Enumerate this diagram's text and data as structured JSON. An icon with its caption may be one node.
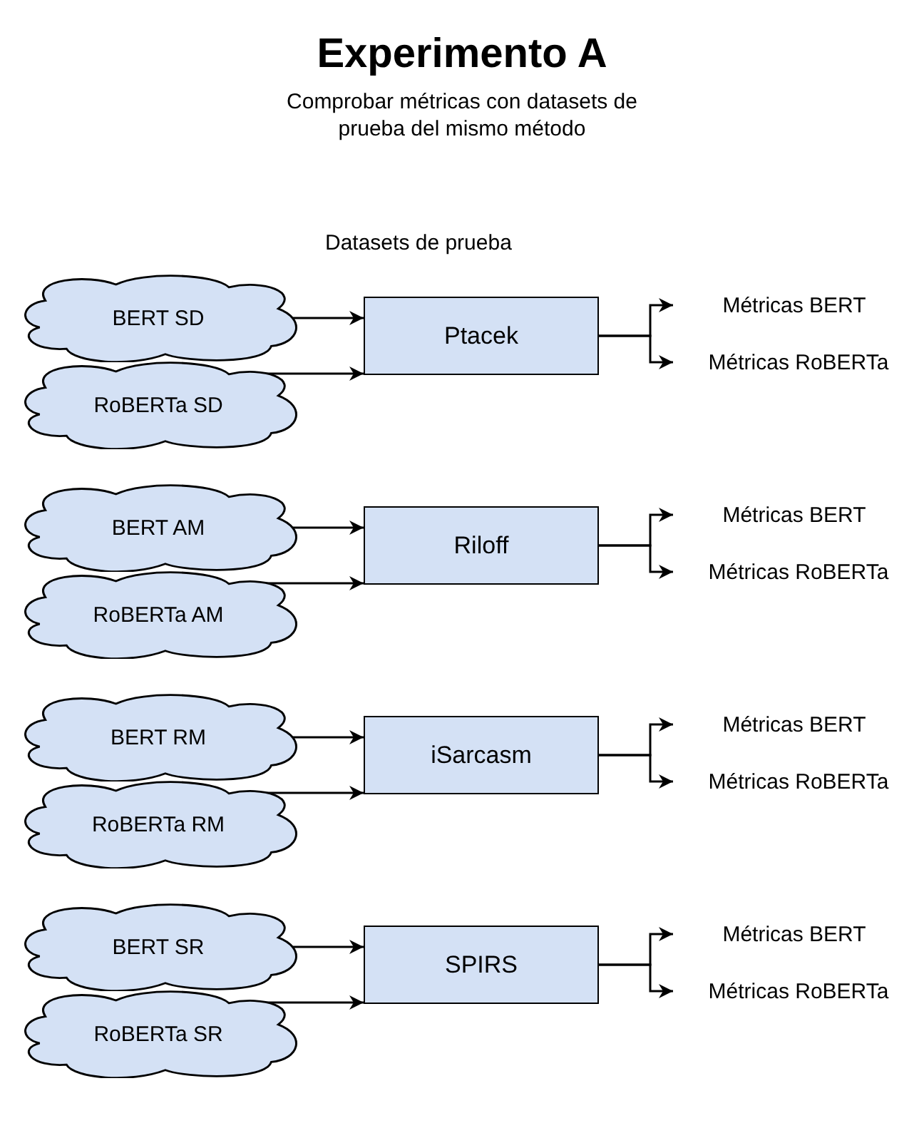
{
  "diagram": {
    "title": "Experimento A",
    "caption": "Comprobar métricas con datasets de prueba del mismo método",
    "nodes": [
      {
        "text": [
          "BERT SD"
        ]
      },
      {
        "text": [
          "RoBERTa SD"
        ]
      },
      {
        "text": [
          "Ptacek"
        ]
      },
      {
        "text": [
          "Métricas BERT"
        ]
      },
      {
        "text": [
          "Métricas RoBERTa"
        ]
      },
      {
        "text": [
          "BERT AM"
        ]
      },
      {
        "text": [
          "RoBERTa AM"
        ]
      },
      {
        "text": [
          "Riloff"
        ]
      },
      {
        "text": [
          "Métricas BERT"
        ]
      },
      {
        "text": [
          "Métricas RoBERTa"
        ]
      },
      {
        "text": [
          "BERT RM"
        ]
      },
      {
        "text": [
          "RoBERTa RM"
        ]
      },
      {
        "text": [
          "iSarcasm"
        ]
      },
      {
        "text": [
          "Métricas BERT"
        ]
      },
      {
        "text": [
          "Métricas RoBERTa"
        ]
      },
      {
        "text": [
          "BERT SR"
        ]
      },
      {
        "text": [
          "RoBERTa SR"
        ]
      },
      {
        "text": [
          "SPIRS"
        ]
      },
      {
        "text": [
          "Métricas BERT"
        ]
      },
      {
        "text": [
          "Métricas RoBERTa"
        ]
      }
    ],
    "edges": [
      {
        "from": 0,
        "to": 2,
        "arrow": "to"
      },
      {
        "from": 1,
        "to": 2,
        "arrow": "to"
      },
      {
        "from": 2,
        "to": 3,
        "arrow": "to"
      },
      {
        "from": 2,
        "to": 4,
        "arrow": "to"
      },
      {
        "from": 5,
        "to": 7,
        "arrow": "to"
      },
      {
        "from": 6,
        "to": 7,
        "arrow": "to"
      },
      {
        "from": 7,
        "to": 8,
        "arrow": "to"
      },
      {
        "from": 7,
        "to": 9,
        "arrow": "to"
      },
      {
        "from": 10,
        "to": 12,
        "arrow": "to"
      },
      {
        "from": 11,
        "to": 12,
        "arrow": "to"
      },
      {
        "from": 12,
        "to": 13,
        "arrow": "to"
      },
      {
        "from": 12,
        "to": 14,
        "arrow": "to"
      },
      {
        "from": 15,
        "to": 17,
        "arrow": "to"
      },
      {
        "from": 16,
        "to": 17,
        "arrow": "to"
      },
      {
        "from": 17,
        "to": 18,
        "arrow": "to"
      },
      {
        "from": 17,
        "to": 19,
        "arrow": "to"
      }
    ],
    "labels": [
      "Datasets de prueba"
    ]
  }
}
